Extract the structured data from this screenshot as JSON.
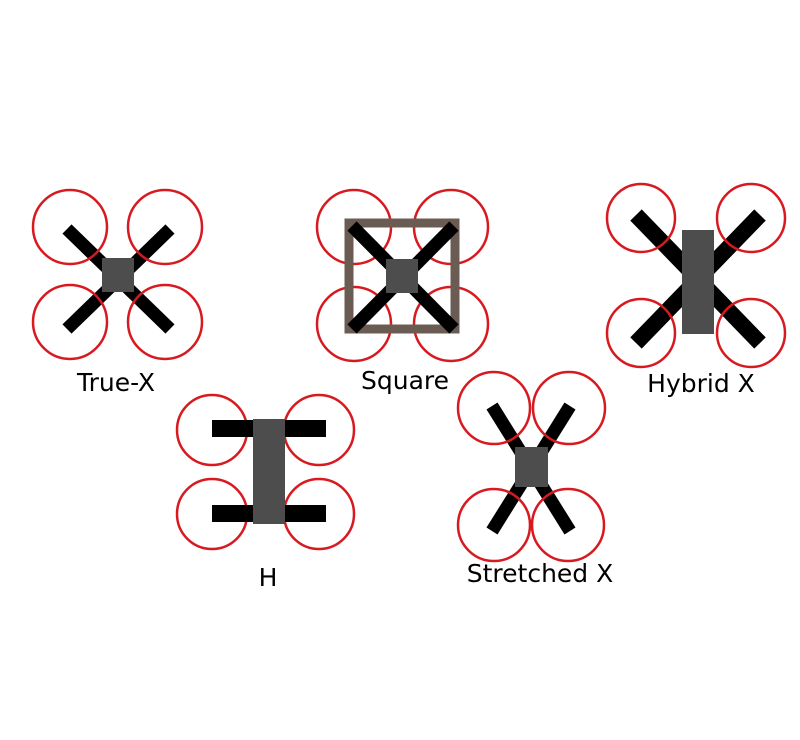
{
  "colors": {
    "propeller": "#d71920",
    "arm": "#000000",
    "body": "#4d4d4d",
    "frame": "#6b5c53",
    "background": "#ffffff"
  },
  "frames": {
    "true_x": {
      "label": "True-X"
    },
    "square": {
      "label": "Square"
    },
    "hybrid_x": {
      "label": "Hybrid X"
    },
    "h": {
      "label": "H"
    },
    "stretched_x": {
      "label": "Stretched X"
    }
  }
}
